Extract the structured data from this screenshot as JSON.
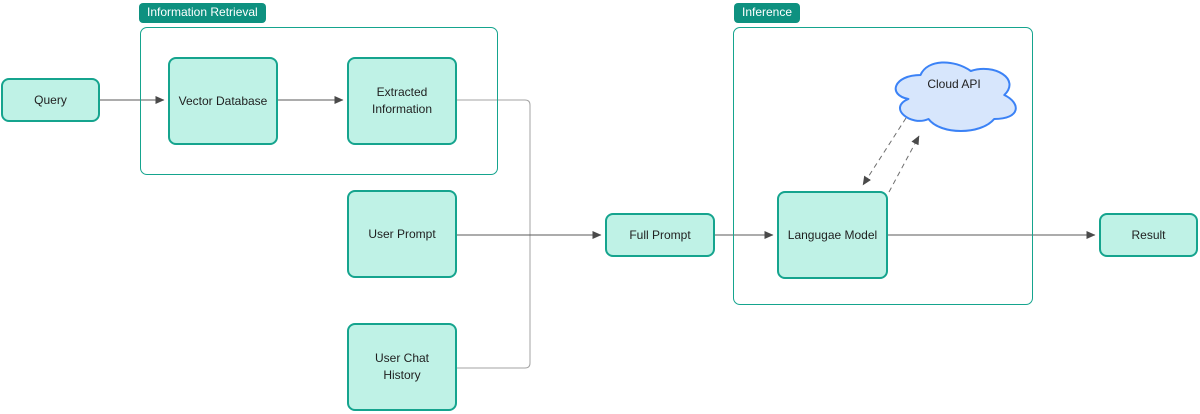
{
  "diagram": {
    "colors": {
      "canvas_bg": "#ffffff",
      "node_fill": "#bff2e6",
      "node_stroke": "#15a48e",
      "node_text": "#1f1f1f",
      "badge_bg": "#0e9180",
      "badge_text": "#ffffff",
      "group_stroke": "#15a48e",
      "cloud_fill": "#d7e6fc",
      "cloud_stroke": "#3b82f6",
      "edge_color": "#595959",
      "connector_color": "#a3a3a3",
      "dashed_edge_color": "#6e6e6e",
      "arrowhead_color": "#4a4a4a"
    },
    "groups": [
      {
        "id": "information-retrieval",
        "label": "Information Retrieval"
      },
      {
        "id": "inference",
        "label": "Inference"
      }
    ],
    "nodes": [
      {
        "id": "query",
        "label": "Query"
      },
      {
        "id": "vector-database",
        "label": "Vector Database"
      },
      {
        "id": "extracted-information",
        "label": "Extracted Information"
      },
      {
        "id": "user-prompt",
        "label": "User Prompt"
      },
      {
        "id": "user-chat-history",
        "label": "User Chat History"
      },
      {
        "id": "full-prompt",
        "label": "Full Prompt"
      },
      {
        "id": "language-model",
        "label": "Langugae Model"
      },
      {
        "id": "result",
        "label": "Result"
      },
      {
        "id": "cloud-api",
        "label": "Cloud API"
      }
    ],
    "edges": [
      {
        "from": "query",
        "to": "vector-database",
        "style": "solid-arrow"
      },
      {
        "from": "vector-database",
        "to": "extracted-information",
        "style": "solid-arrow"
      },
      {
        "from": "extracted-information",
        "to": "full-prompt",
        "style": "solid-elbow-merge"
      },
      {
        "from": "user-chat-history",
        "to": "full-prompt",
        "style": "solid-elbow-merge"
      },
      {
        "from": "user-prompt",
        "to": "full-prompt",
        "style": "solid-arrow"
      },
      {
        "from": "full-prompt",
        "to": "language-model",
        "style": "solid-arrow"
      },
      {
        "from": "language-model",
        "to": "result",
        "style": "solid-arrow"
      },
      {
        "from": "cloud-api",
        "to": "language-model",
        "style": "dashed-arrow"
      },
      {
        "from": "language-model",
        "to": "cloud-api",
        "style": "dashed-arrow"
      }
    ]
  }
}
